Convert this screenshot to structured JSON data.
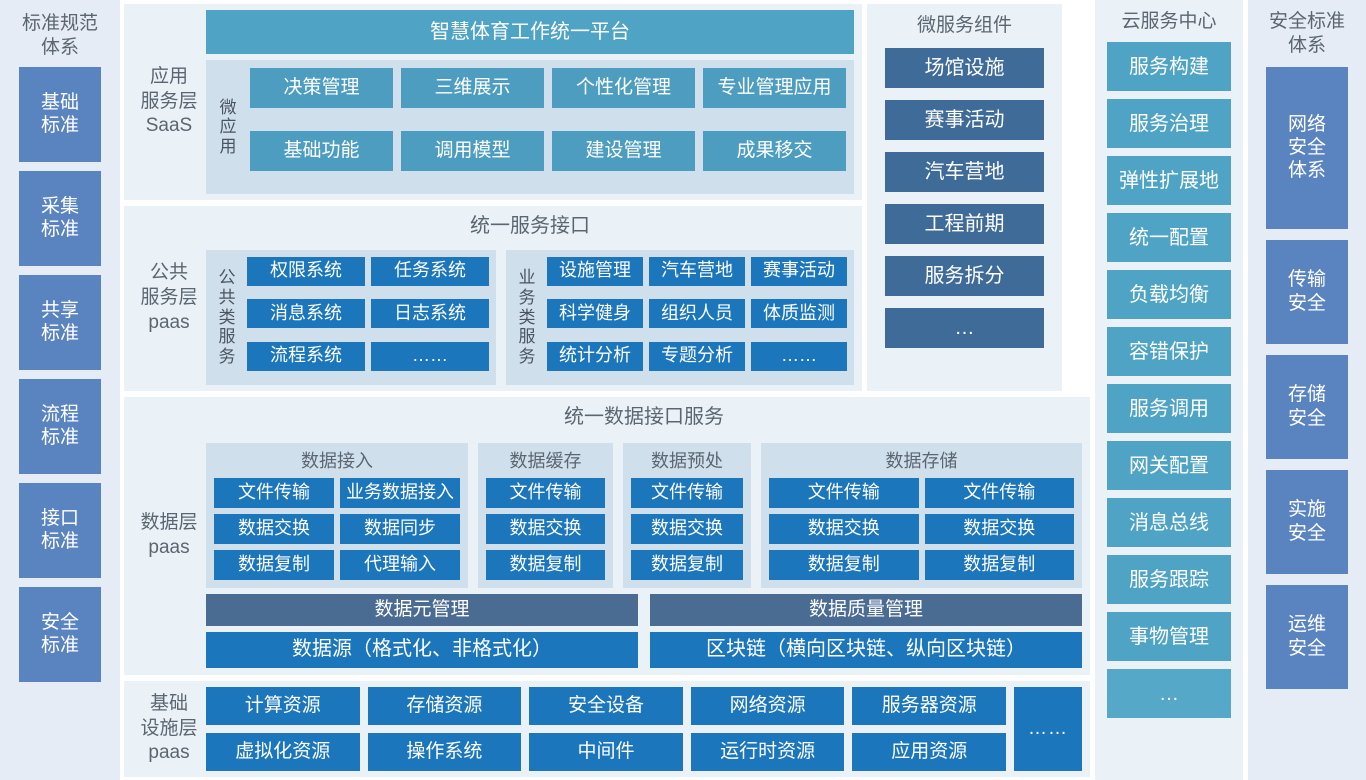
{
  "standards_column": {
    "title": "标准规范\n体系",
    "items": [
      {
        "label": "基础\n标准"
      },
      {
        "label": "采集\n标准"
      },
      {
        "label": "共享\n标准"
      },
      {
        "label": "流程\n标准"
      },
      {
        "label": "接口\n标准"
      },
      {
        "label": "安全\n标准"
      }
    ]
  },
  "application_layer": {
    "label": "应用\n服务层\nSaaS",
    "platform_title": "智慧体育工作统一平台",
    "group_label": "微应用",
    "apps": [
      "决策管理",
      "三维展示",
      "个性化管理",
      "专业管理应用",
      "基础功能",
      "调用模型",
      "建设管理",
      "成果移交"
    ]
  },
  "public_service_layer": {
    "label": "公共\n服务层\npaas",
    "interface_title": "统一服务接口",
    "groups": [
      {
        "label": "公共类服务",
        "items": [
          "权限系统",
          "任务系统",
          "消息系统",
          "日志系统",
          "流程系统",
          "……"
        ]
      },
      {
        "label": "业务类服务",
        "items": [
          "设施管理",
          "汽车营地",
          "赛事活动",
          "科学健身",
          "组织人员",
          "体质监测",
          "统计分析",
          "专题分析",
          "……"
        ]
      }
    ]
  },
  "data_layer": {
    "label": "数据层\npaas",
    "interface_title": "统一数据接口服务",
    "subgroups": [
      {
        "title": "数据接入",
        "cols": 2,
        "items": [
          "文件传输",
          "业务数据接入",
          "数据交换",
          "数据同步",
          "数据复制",
          "代理输入"
        ]
      },
      {
        "title": "数据缓存",
        "cols": 1,
        "items": [
          "文件传输",
          "数据交换",
          "数据复制"
        ]
      },
      {
        "title": "数据预处",
        "cols": 1,
        "items": [
          "文件传输",
          "数据交换",
          "数据复制"
        ]
      },
      {
        "title": "数据存储",
        "cols": 2,
        "items": [
          "文件传输",
          "文件传输",
          "数据交换",
          "数据交换",
          "数据复制",
          "数据复制"
        ]
      }
    ],
    "bars_left": [
      "数据元管理",
      "数据源（格式化、非格式化）"
    ],
    "bars_right": [
      "数据质量管理",
      "区块链（横向区块链、纵向区块链）"
    ]
  },
  "infrastructure_layer": {
    "label": "基础\n设施层\npaas",
    "items": [
      "计算资源",
      "存储资源",
      "安全设备",
      "网络资源",
      "服务器资源",
      "虚拟化资源",
      "操作系统",
      "中间件",
      "运行时资源",
      "应用资源"
    ],
    "more_label": "……"
  },
  "microservice_column": {
    "title": "微服务组件",
    "items": [
      "场馆设施",
      "赛事活动",
      "汽车营地",
      "工程前期",
      "服务拆分",
      "…"
    ]
  },
  "cloud_column": {
    "title": "云服务中心",
    "items": [
      "服务构建",
      "服务治理",
      "弹性扩展地",
      "统一配置",
      "负载均衡",
      "容错保护",
      "服务调用",
      "网关配置",
      "消息总线",
      "服务跟踪",
      "事物管理"
    ],
    "more_label": "…"
  },
  "security_column": {
    "title": "安全标准\n体系",
    "items": [
      {
        "label": "网络\n安全\n体系",
        "size": "tall"
      },
      {
        "label": "传输\n安全",
        "size": "std"
      },
      {
        "label": "存储\n安全",
        "size": "std"
      },
      {
        "label": "实施\n安全",
        "size": "std"
      },
      {
        "label": "运维\n安全",
        "size": "std"
      }
    ]
  },
  "colors": {
    "periwinkle": "#5a84c0",
    "teal": "#4fa3c4",
    "steel_blue": "#3f6b99",
    "bright_blue": "#1b76bc",
    "slate": "#4a6b92",
    "panel_bg": "#eaf2f7",
    "subpanel_bg": "#cfe0ec",
    "standards_bg": "#e6ecf5",
    "title_text": "#5b6670"
  }
}
